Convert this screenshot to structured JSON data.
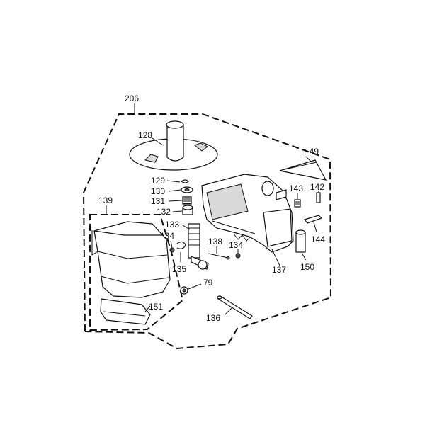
{
  "callouts": {
    "c206": "206",
    "c128": "128",
    "c149": "149",
    "c129": "129",
    "c130": "130",
    "c131": "131",
    "c132": "132",
    "c143": "143",
    "c142": "142",
    "c139": "139",
    "c133": "133",
    "c134a": "134",
    "c138": "138",
    "c134b": "134",
    "c144": "144",
    "c135": "135",
    "c137": "137",
    "c150": "150",
    "c79": "79",
    "c151": "151",
    "c136": "136"
  }
}
